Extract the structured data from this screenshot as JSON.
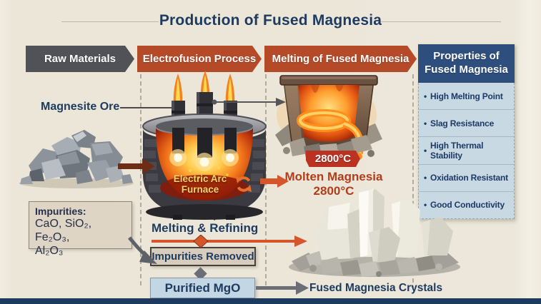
{
  "title": "Production of Fused Magnesia",
  "header": {
    "steps": [
      {
        "label": "Raw Materials"
      },
      {
        "label": "Electrofusion Process"
      },
      {
        "label": "Melting of Fused Magnesia"
      },
      {
        "label_line1": "Properties of",
        "label_line2": "Fused Magnesia"
      }
    ]
  },
  "properties_panel": {
    "bullet": "•",
    "items": [
      "High Melting Point",
      "Slag Resistance",
      "High Thermal Stability",
      "Oxidation Resistant",
      "Good Conductivity"
    ]
  },
  "raw_materials": {
    "ore_label": "Magnesite Ore",
    "impurities": {
      "title": "Impurities:",
      "formula_line1": "CaO, SiO₂, Fe₂O₃,",
      "formula_line2": "Al₂O₃"
    }
  },
  "furnace": {
    "label_line1": "Electric Arc",
    "label_line2": "Furnace",
    "icon": "recycle-arrow"
  },
  "melting": {
    "temp_badge": "2800°C",
    "molten_line1": "Molten Magnesia",
    "molten_line2": "2800°C"
  },
  "refining": {
    "melting_refining": "Melting & Refining",
    "impurities_removed": "Impurities Removed",
    "purified": "Purified MgO",
    "crystals": "Fused Magnesia Crystals"
  },
  "colors": {
    "background": "#ece7da",
    "navy": "#1d3a5f",
    "rust": "#b54a28",
    "steel_gray": "#515257",
    "panel_blue": "#c9d9e4",
    "accent_orange": "#d4562a",
    "arrow_gray": "#6b6e76",
    "badge_red": "#bc3222",
    "furnace_label_yellow": "#f7d569",
    "molten_text": "#b23d1b"
  }
}
